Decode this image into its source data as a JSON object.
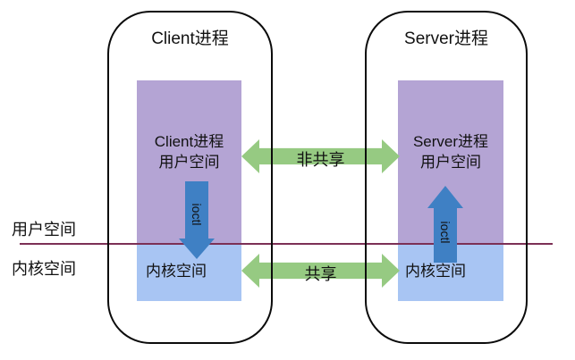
{
  "left_process": {
    "title": "Client进程",
    "user_space_line1": "Client进程",
    "user_space_line2": "用户空间",
    "kernel_space_label": "内核空间",
    "ioctl_label": "ioctl"
  },
  "right_process": {
    "title": "Server进程",
    "user_space_line1": "Server进程",
    "user_space_line2": "用户空间",
    "kernel_space_label": "内核空间",
    "ioctl_label": "ioctl"
  },
  "arrows": {
    "user_space_label": "非共享",
    "kernel_space_label": "共享"
  },
  "side_labels": {
    "user_space": "用户空间",
    "kernel_space": "内核空间"
  },
  "colors": {
    "user_space_box": "#b4a4d4",
    "kernel_space_box": "#a8c5f3",
    "share_arrow": "#96ca82",
    "ioctl_arrow": "#3f80c4",
    "divider_line": "#7c3055"
  }
}
